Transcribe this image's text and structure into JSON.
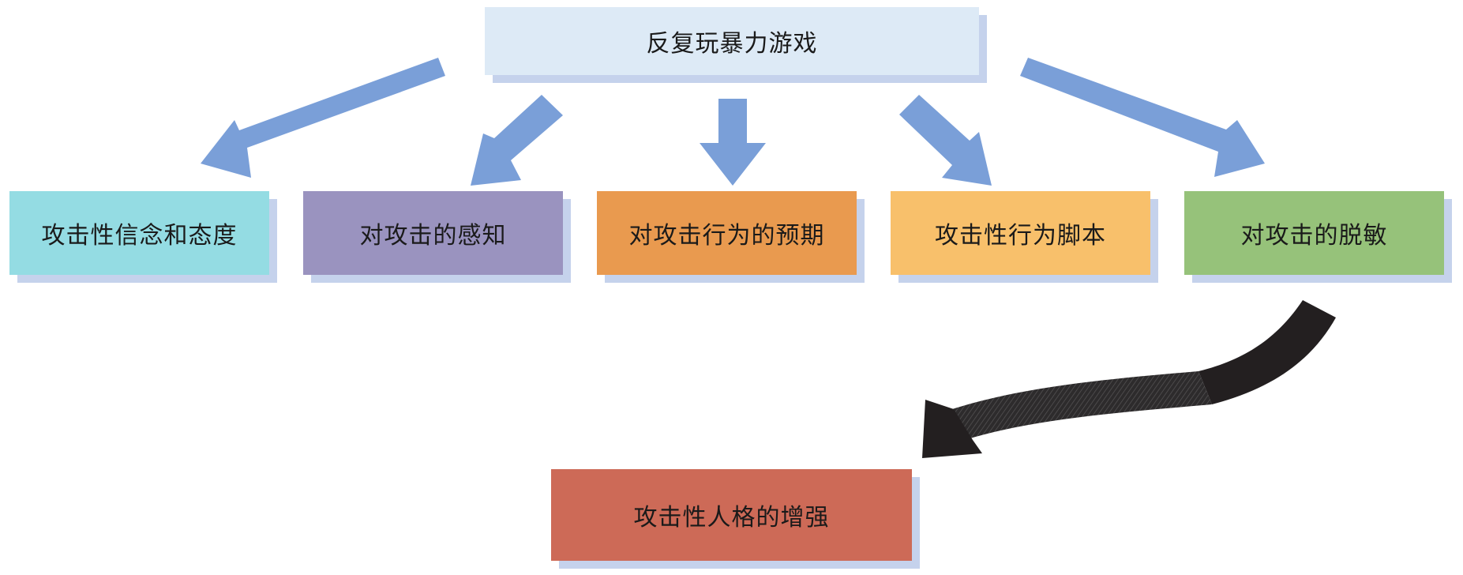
{
  "top": {
    "label": "反复玩暴力游戏",
    "color": "#ddeaf6"
  },
  "middle": [
    {
      "label": "攻击性信念和态度",
      "color": "#94dce3"
    },
    {
      "label": "对攻击的感知",
      "color": "#9a93bf"
    },
    {
      "label": "对攻击行为的预期",
      "color": "#e99a4f"
    },
    {
      "label": "攻击性行为脚本",
      "color": "#f8c06b"
    },
    {
      "label": "对攻击的脱敏",
      "color": "#96c27a"
    }
  ],
  "bottom": {
    "label": "攻击性人格的增强",
    "color": "#cd6a57"
  },
  "colors": {
    "arrow": "#7a9fd8",
    "curved_arrow": "#231f20",
    "shadow": "#c5d2ec"
  }
}
